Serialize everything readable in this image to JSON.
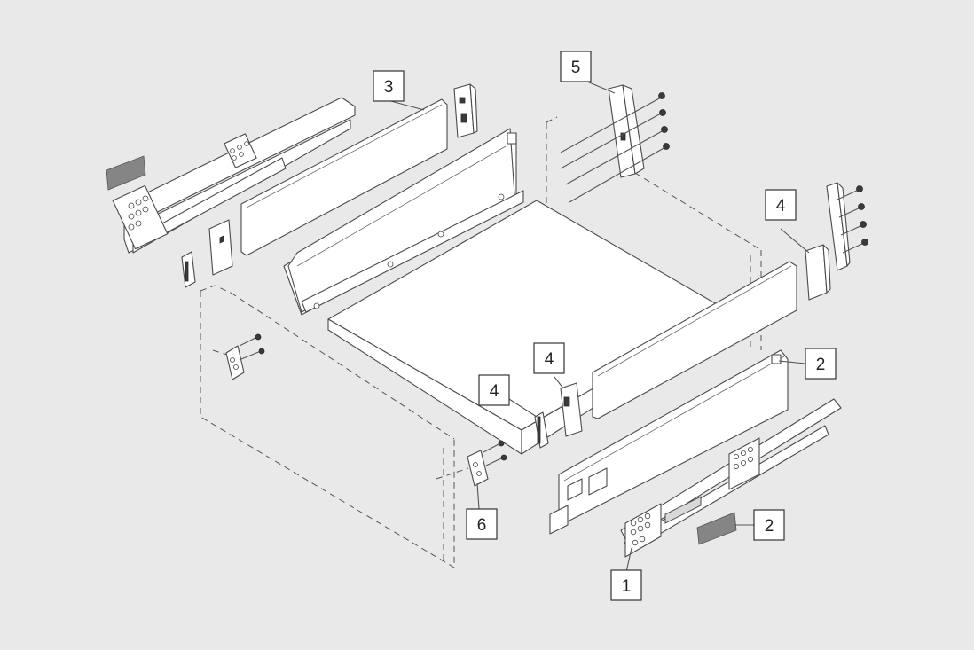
{
  "callouts": [
    {
      "id": "c1",
      "text": "1"
    },
    {
      "id": "c2a",
      "text": "2"
    },
    {
      "id": "c2b",
      "text": "2"
    },
    {
      "id": "c3",
      "text": "3"
    },
    {
      "id": "c4a",
      "text": "4"
    },
    {
      "id": "c4b",
      "text": "4"
    },
    {
      "id": "c4c",
      "text": "4"
    },
    {
      "id": "c5",
      "text": "5"
    },
    {
      "id": "c6",
      "text": "6"
    }
  ],
  "colors": {
    "background": "#e9e9e9",
    "line": "#4a4a4a",
    "part_fill": "#ffffff",
    "damper_pad": "#858585"
  }
}
